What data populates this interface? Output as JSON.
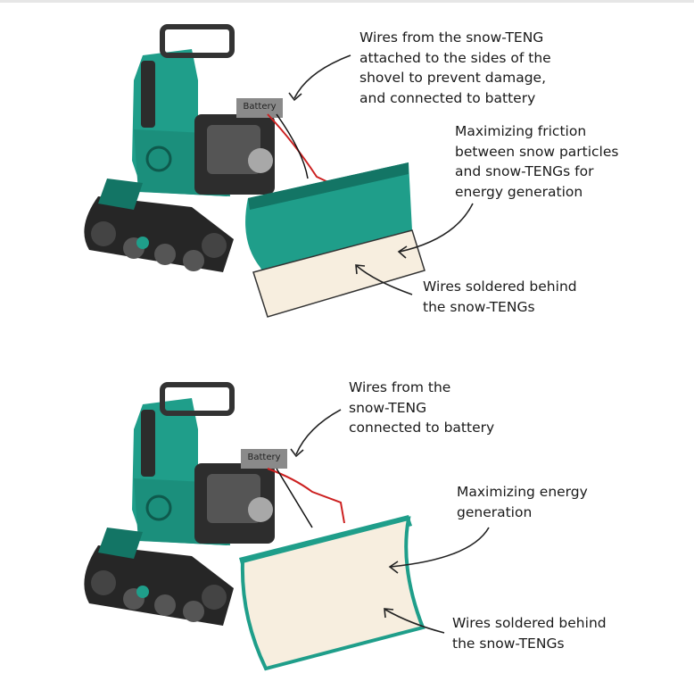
{
  "colors": {
    "body_teal": "#1f9e8a",
    "body_teal_dark": "#137565",
    "track": "#262626",
    "battery": "#8a8a8a",
    "teng_fill": "#f7eedf",
    "wire_red": "#cc2020"
  },
  "panels": [
    {
      "battery_label": "Battery",
      "annotations": [
        "Wires from the snow-TENG\nattached to the sides of the\nshovel to prevent damage,\nand connected to battery",
        "Maximizing friction\nbetween snow particles\nand snow-TENGs for\nenergy generation",
        "Wires soldered behind\nthe snow-TENGs"
      ]
    },
    {
      "battery_label": "Battery",
      "annotations": [
        "Wires from the\nsnow-TENG\nconnected to battery",
        "Maximizing energy\ngeneration",
        "Wires soldered behind\nthe snow-TENGs"
      ]
    }
  ]
}
